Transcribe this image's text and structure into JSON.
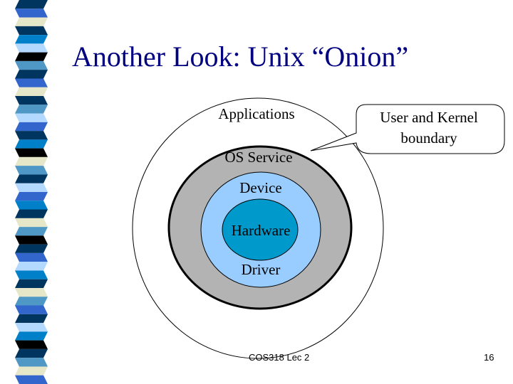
{
  "slide": {
    "title": "Another Look: Unix “Onion”",
    "footer": {
      "course": "COS318 Lec 2",
      "page_number": "16"
    }
  },
  "diagram": {
    "layers": {
      "applications": "Applications",
      "os_service": "OS Service",
      "device": "Device",
      "hardware": "Hardware",
      "driver": "Driver"
    },
    "callout": {
      "line1": "User and Kernel",
      "line2": "boundary"
    }
  },
  "colors": {
    "title": "#000080",
    "os_ring": "#b3b3b3",
    "device_ring": "#99ccff",
    "hardware_core": "#0099cc",
    "stripe_palette": [
      "#00355f",
      "#0080c8",
      "#4f97c4",
      "#b3d9ff",
      "#e6e6c8",
      "#000000",
      "#3366cc"
    ]
  },
  "decor": {
    "stripe_sequence": [
      0,
      6,
      4,
      0,
      1,
      3,
      5,
      2,
      0,
      6,
      4,
      0,
      2,
      3,
      6,
      0,
      1,
      5,
      4,
      2,
      0,
      3,
      6,
      1,
      0,
      4,
      2,
      5,
      0,
      6,
      3,
      1,
      0,
      4,
      2,
      6,
      0,
      3,
      1,
      5,
      0,
      2,
      4,
      6
    ]
  }
}
